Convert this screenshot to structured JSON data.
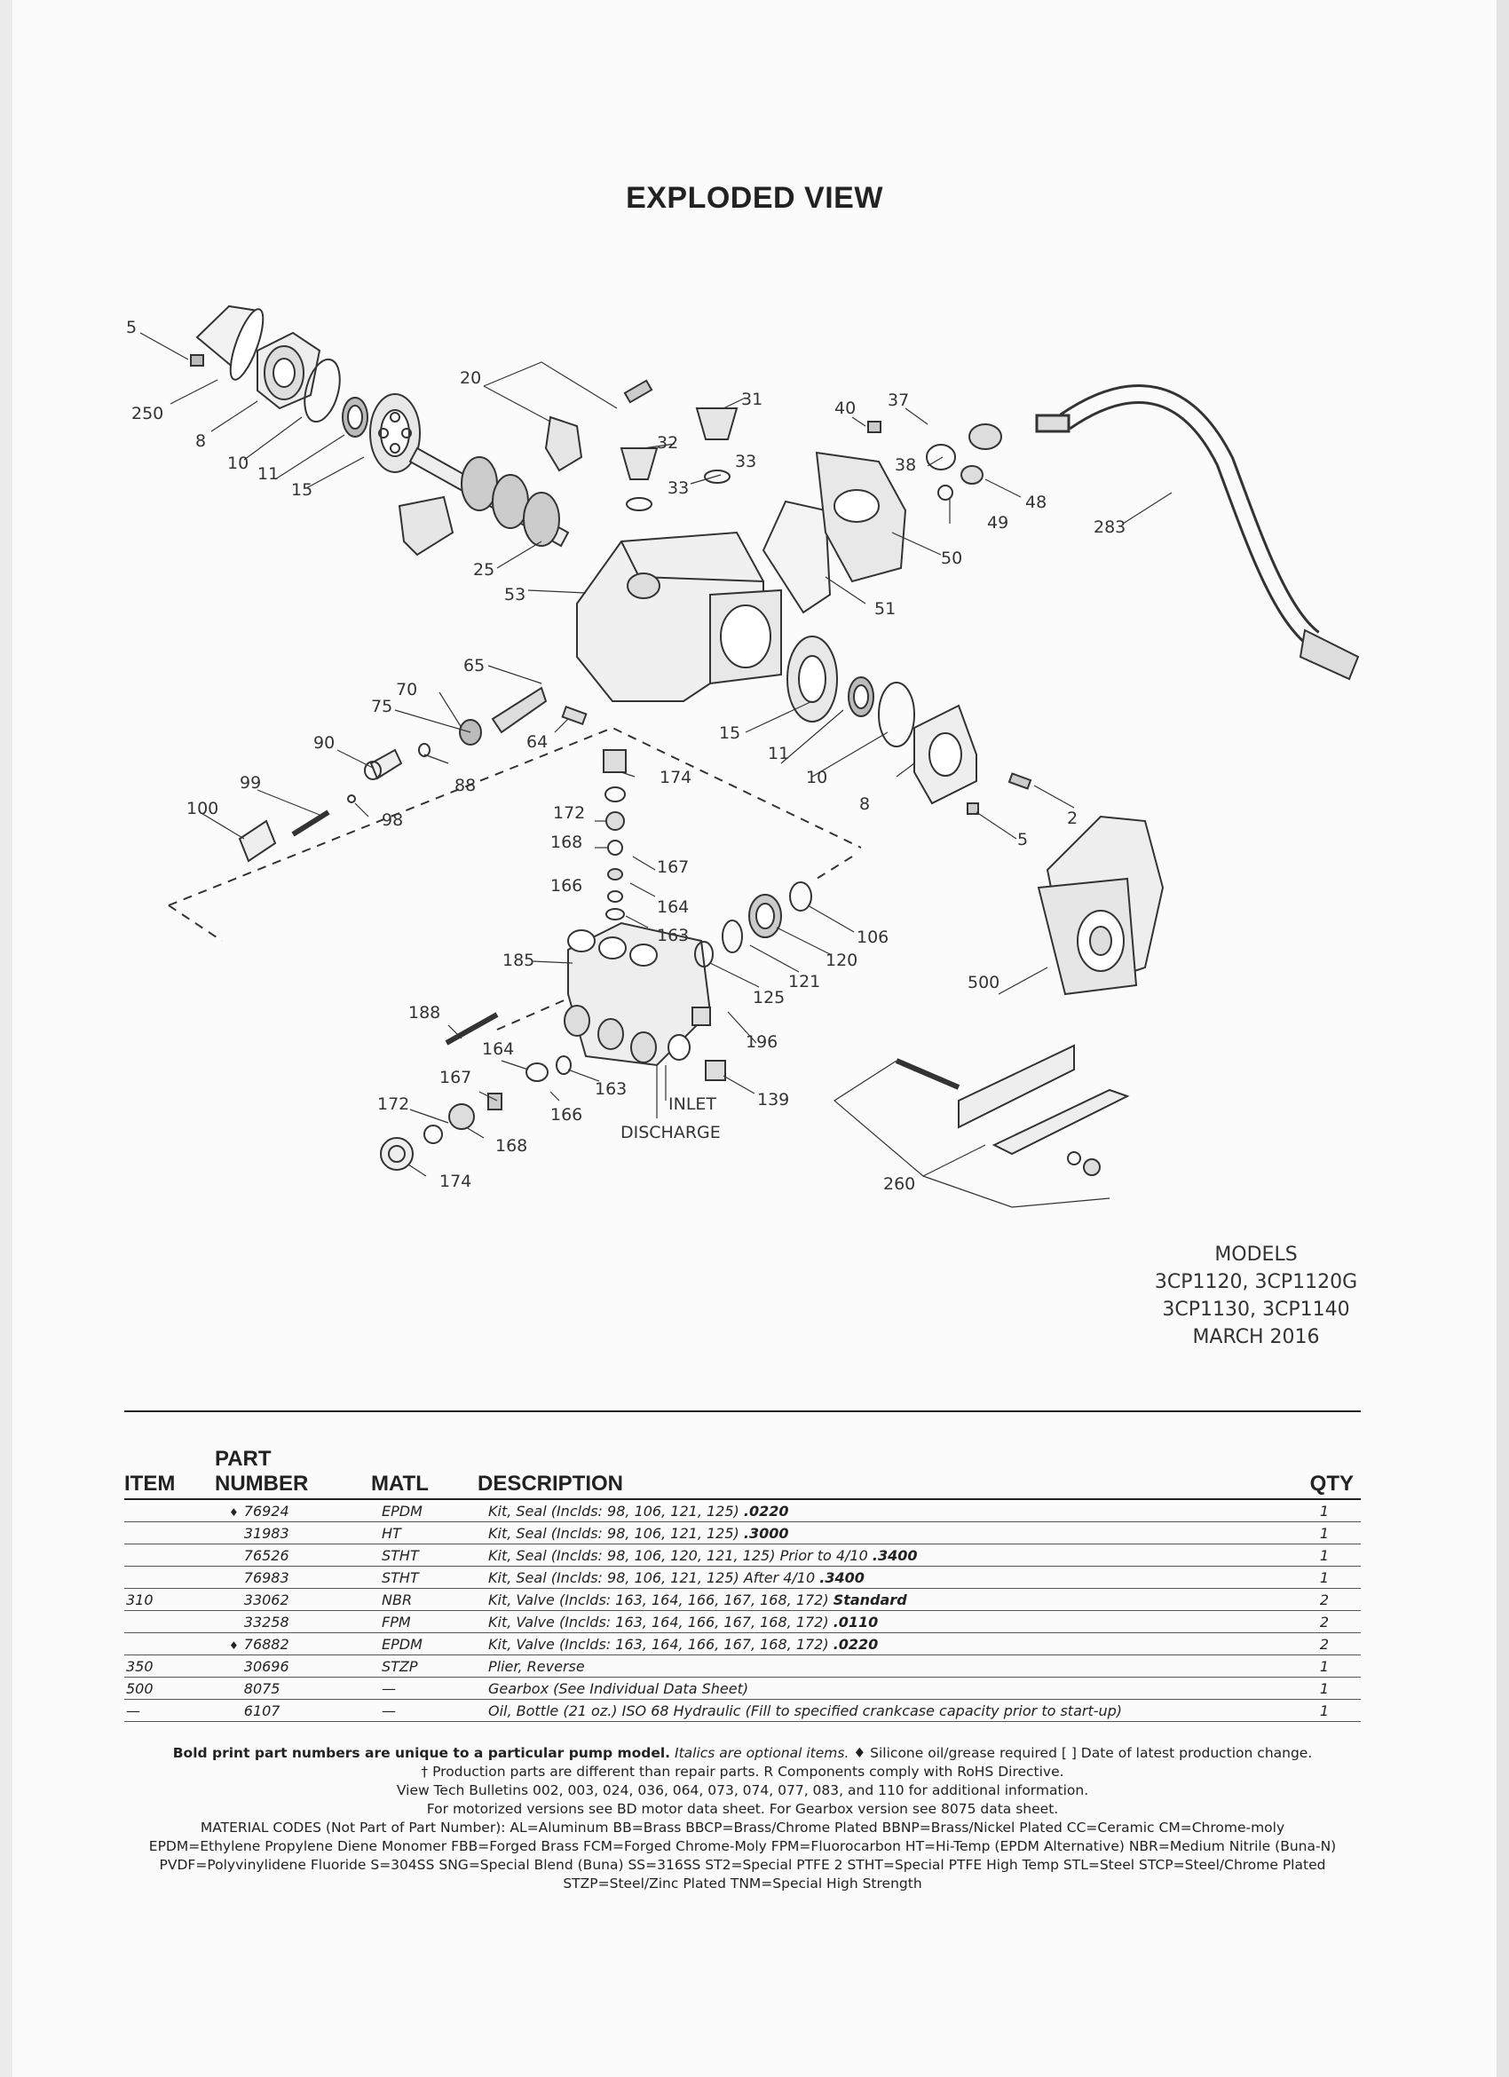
{
  "title": "EXPLODED VIEW",
  "diagram": {
    "callouts": [
      "5",
      "250",
      "8",
      "10",
      "11",
      "15",
      "20",
      "25",
      "31",
      "32",
      "33",
      "33",
      "40",
      "37",
      "38",
      "48",
      "49",
      "50",
      "51",
      "53",
      "283",
      "65",
      "70",
      "75",
      "90",
      "64",
      "174",
      "88",
      "99",
      "98",
      "100",
      "172",
      "168",
      "167",
      "166",
      "164",
      "163",
      "15",
      "11",
      "10",
      "8",
      "2",
      "5",
      "106",
      "120",
      "121",
      "125",
      "185",
      "188",
      "196",
      "164",
      "167",
      "163",
      "166",
      "172",
      "168",
      "174",
      "139",
      "500",
      "260"
    ],
    "inlet_label": "INLET",
    "discharge_label": "DISCHARGE"
  },
  "models": {
    "heading": "MODELS",
    "line1": "3CP1120, 3CP1120G",
    "line2": "3CP1130, 3CP1140",
    "date": "MARCH 2016"
  },
  "table": {
    "headers": {
      "item": "ITEM",
      "part_number_top": "PART",
      "part_number_bottom": "NUMBER",
      "matl": "MATL",
      "description": "DESCRIPTION",
      "qty": "QTY"
    },
    "rows": [
      {
        "item": "",
        "marker": "♦",
        "part": "76924",
        "matl": "EPDM",
        "desc": "Kit, Seal (Inclds: 98, 106, 121, 125) ",
        "desc_bold": ".0220",
        "qty": "1"
      },
      {
        "item": "",
        "marker": "",
        "part": "31983",
        "matl": "HT",
        "desc": "Kit, Seal (Inclds: 98, 106, 121, 125) ",
        "desc_bold": ".3000",
        "qty": "1"
      },
      {
        "item": "",
        "marker": "",
        "part": "76526",
        "matl": "STHT",
        "desc": "Kit, Seal (Inclds: 98, 106, 120, 121, 125) Prior to 4/10 ",
        "desc_bold": ".3400",
        "qty": "1"
      },
      {
        "item": "",
        "marker": "",
        "part": "76983",
        "matl": "STHT",
        "desc": "Kit, Seal (Inclds: 98, 106, 121, 125) After 4/10 ",
        "desc_bold": ".3400",
        "qty": "1"
      },
      {
        "item": "310",
        "marker": "",
        "part": "33062",
        "matl": "NBR",
        "desc": "Kit, Valve (Inclds: 163, 164, 166, 167, 168, 172) ",
        "desc_bold": "Standard",
        "qty": "2"
      },
      {
        "item": "",
        "marker": "",
        "part": "33258",
        "matl": "FPM",
        "desc": "Kit, Valve (Inclds: 163, 164, 166, 167, 168, 172) ",
        "desc_bold": ".0110",
        "qty": "2"
      },
      {
        "item": "",
        "marker": "♦",
        "part": "76882",
        "matl": "EPDM",
        "desc": "Kit, Valve (Inclds: 163, 164, 166, 167, 168, 172) ",
        "desc_bold": ".0220",
        "qty": "2"
      },
      {
        "item": "350",
        "marker": "",
        "part": "30696",
        "matl": "STZP",
        "desc": "Plier, Reverse",
        "desc_bold": "",
        "qty": "1"
      },
      {
        "item": "500",
        "marker": "",
        "part": "8075",
        "matl": "—",
        "desc": "Gearbox (See Individual Data Sheet)",
        "desc_bold": "",
        "qty": "1"
      },
      {
        "item": "—",
        "marker": "",
        "part": "6107",
        "matl": "—",
        "desc": "Oil, Bottle (21 oz.) ISO 68 Hydraulic (Fill to specified crankcase capacity prior to start-up)",
        "desc_bold": "",
        "qty": "1"
      }
    ]
  },
  "notes": {
    "line1_bold": "Bold print part numbers are unique to a particular pump model.",
    "line1_italic": "Italics are optional items.",
    "line1_rest": "♦ Silicone oil/grease required  [ ] Date of latest production change.",
    "line2": "† Production parts are different than repair parts.  R Components comply with RoHS Directive.",
    "line3": "View Tech Bulletins 002, 003, 024, 036, 064, 073, 074, 077, 083, and 110 for additional information.",
    "line4": "For motorized versions see BD motor data sheet. For Gearbox version see 8075 data sheet.",
    "line5": "MATERIAL CODES (Not Part of Part Number):  AL=Aluminum  BB=Brass  BBCP=Brass/Chrome Plated  BBNP=Brass/Nickel Plated  CC=Ceramic  CM=Chrome-moly",
    "line6": "EPDM=Ethylene Propylene Diene Monomer  FBB=Forged Brass  FCM=Forged Chrome-Moly  FPM=Fluorocarbon  HT=Hi-Temp (EPDM Alternative)  NBR=Medium Nitrile (Buna-N)",
    "line7": "PVDF=Polyvinylidene Fluoride  S=304SS  SNG=Special Blend (Buna)  SS=316SS  ST2=Special PTFE 2  STHT=Special PTFE High Temp  STL=Steel  STCP=Steel/Chrome Plated",
    "line8": "STZP=Steel/Zinc Plated  TNM=Special High Strength"
  }
}
